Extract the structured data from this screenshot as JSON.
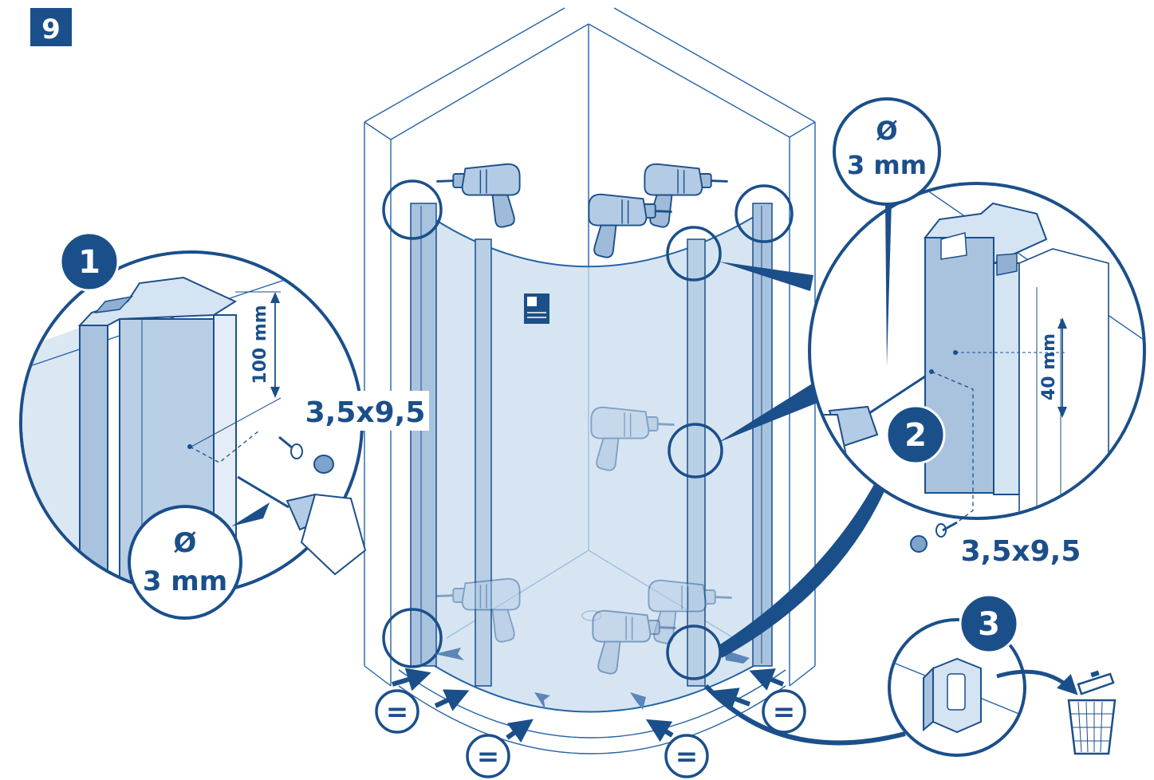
{
  "step_number": "9",
  "detail_1": {
    "badge": "1",
    "dimension": "100 mm",
    "screw": "3,5x9,5",
    "drill_symbol": "Ø",
    "drill_size": "3 mm"
  },
  "detail_2": {
    "badge": "2",
    "drill_symbol": "Ø",
    "drill_size": "3 mm",
    "dimension": "40 mm",
    "screw": "3,5x9,5"
  },
  "detail_3": {
    "badge": "3"
  },
  "equal_marks": [
    "=",
    "=",
    "=",
    "="
  ],
  "icons": [
    "drill-icon",
    "screw-icon",
    "cap-icon",
    "trash-can-icon",
    "clip-icon",
    "arrow-icon"
  ],
  "colors": {
    "dark_blue": "#1b4f8a",
    "line_blue": "#2464a8",
    "glass": "#c9dcef",
    "profile": "#a9c3df"
  }
}
